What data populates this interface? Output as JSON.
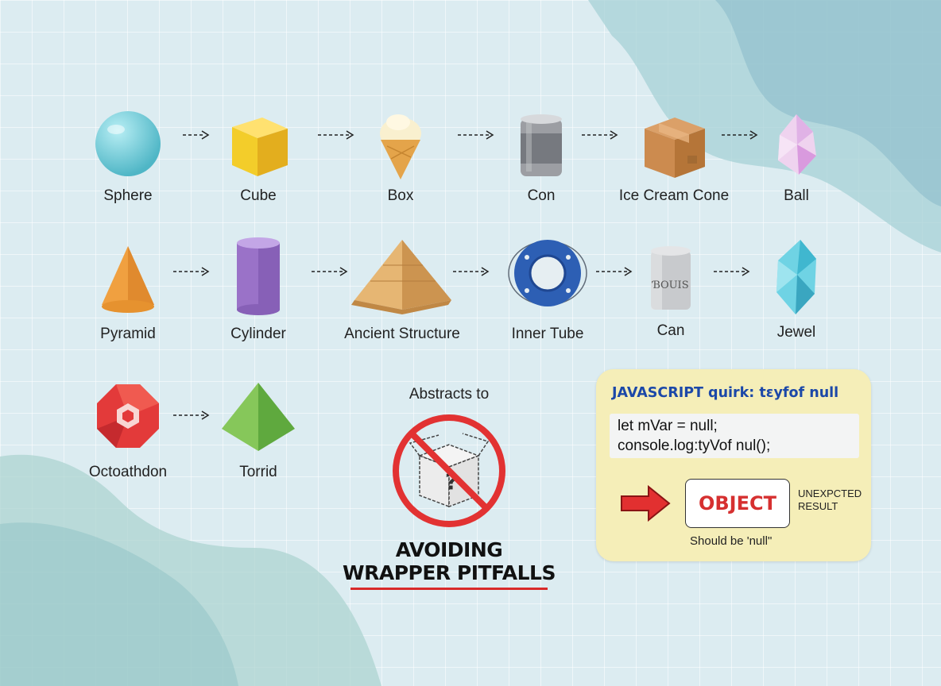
{
  "shapes": [
    {
      "label": "Sphere",
      "icon": "sphere-icon"
    },
    {
      "label": "Cube",
      "icon": "cube-icon"
    },
    {
      "label": "Box",
      "icon": "ice-cream-cone-icon"
    },
    {
      "label": "Con",
      "icon": "soda-can-icon"
    },
    {
      "label": "Ice Cream Cone",
      "icon": "cardboard-box-icon"
    },
    {
      "label": "Ball",
      "icon": "pink-crystal-icon"
    },
    {
      "label": "Pyramid",
      "icon": "cone-icon"
    },
    {
      "label": "Cylinder",
      "icon": "cylinder-icon"
    },
    {
      "label": "Ancient Structure",
      "icon": "pyramid-icon"
    },
    {
      "label": "Inner Tube",
      "icon": "life-ring-icon"
    },
    {
      "label": "Can",
      "icon": "silver-can-icon"
    },
    {
      "label": "Jewel",
      "icon": "blue-crystal-icon"
    },
    {
      "label": "Octoathdon",
      "icon": "octagon-gem-icon"
    },
    {
      "label": "Torrid",
      "icon": "green-pyramid-icon"
    }
  ],
  "pitfall": {
    "abstracts_label": "Abstracts to",
    "title_line1": "AVOIDING",
    "title_line2": "WRAPPER PITFALLS",
    "box_mark": "?"
  },
  "js_card": {
    "title": "JAVASCRIPT quirk: tεyfof null",
    "code_line1": "let mVar = null;",
    "code_line2": "console.log:tyVof nul();",
    "result": "OBJECT",
    "unexpected_line1": "UNEXPCTED",
    "unexpected_line2": "RESULT",
    "should_be": "Should be 'null\""
  },
  "can_text": "ƁOUIS",
  "colors": {
    "accent_red": "#d63030",
    "title_blue": "#1c48a8",
    "card_bg": "#f5eeb8"
  }
}
